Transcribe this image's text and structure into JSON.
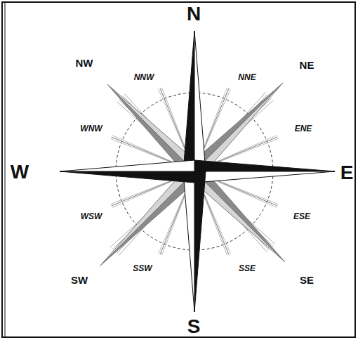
{
  "diagram": {
    "labels": [
      "N",
      "NW",
      "NNW",
      "NNE",
      "NE",
      "WNW",
      "ENE",
      "W",
      "E",
      "WSW",
      "ESE",
      "SW",
      "SSW",
      "SSE",
      "SE",
      "S"
    ]
  }
}
